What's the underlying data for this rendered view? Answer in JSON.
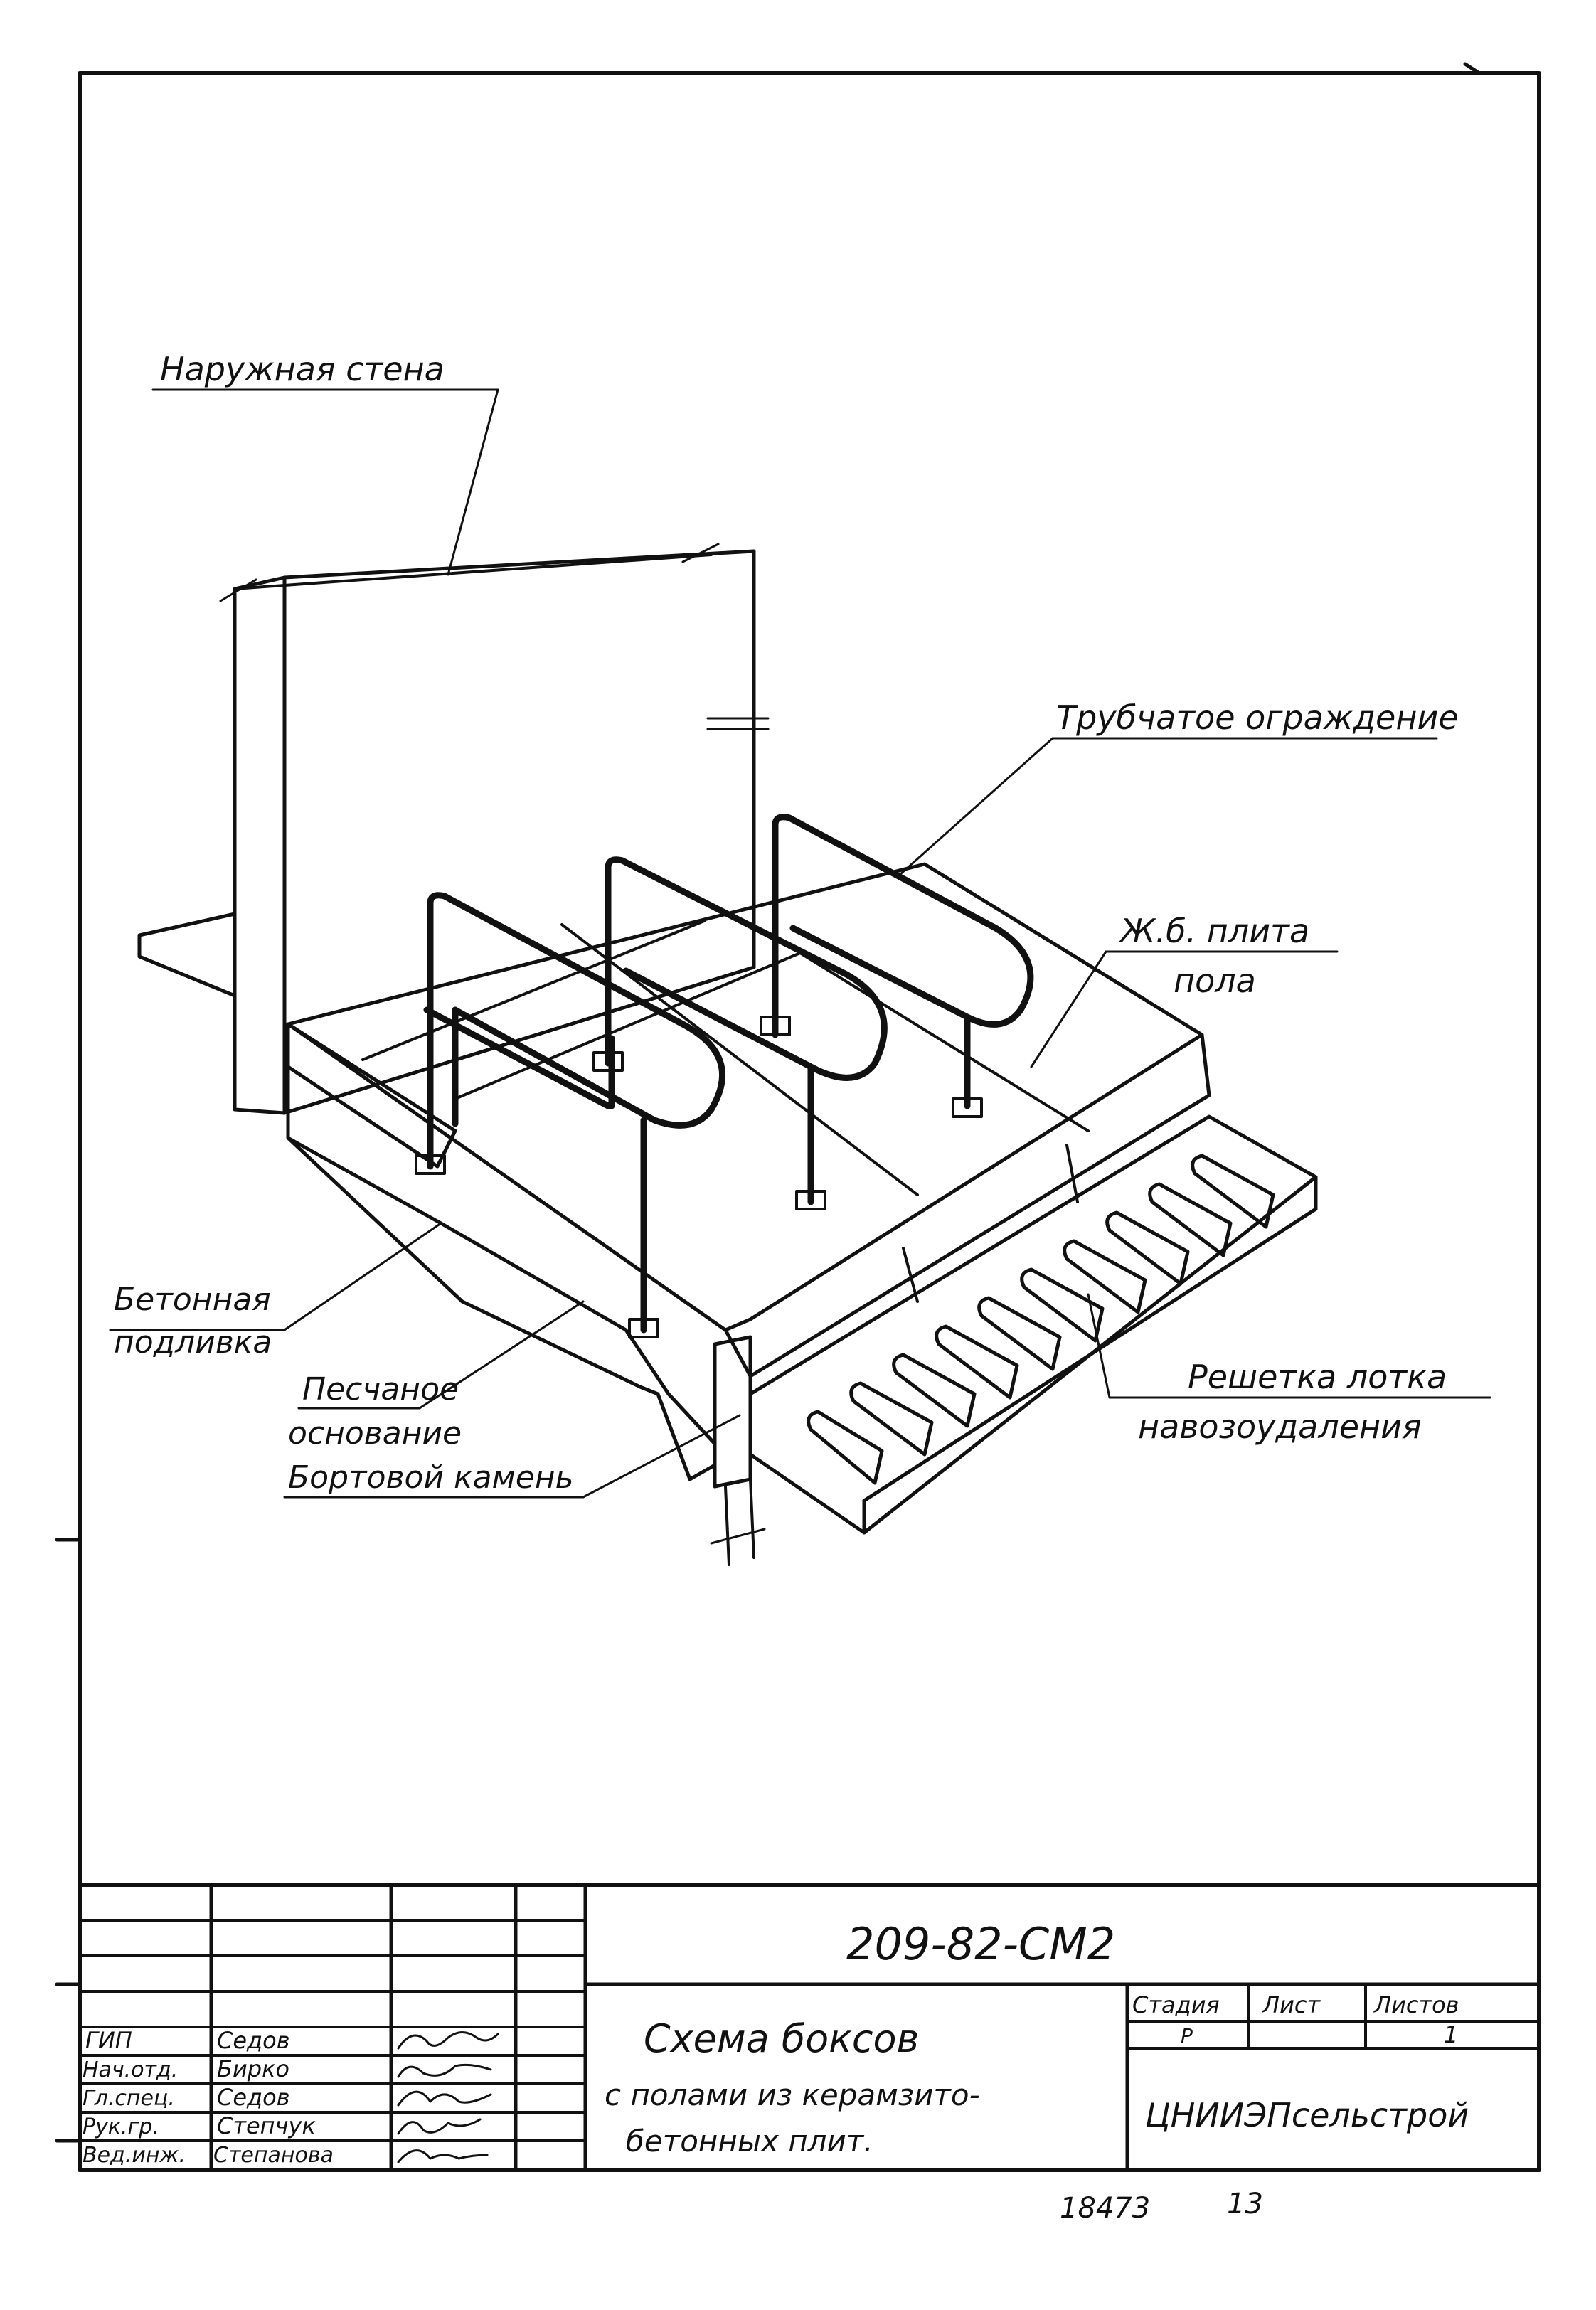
{
  "drawing": {
    "labels": {
      "outer_wall": "Наружная стена",
      "tubular_fence": "Трубчатое ограждение",
      "slab_line1": "Ж.б. плита",
      "slab_line2": "пола",
      "concrete_line1": "Бетонная",
      "concrete_line2": "подливка",
      "sand_line1": "Песчаное",
      "sand_line2": "основание",
      "curb": "Бортовой камень",
      "grate_line1": "Решетка лотка",
      "grate_line2": "навозоудаления"
    }
  },
  "title_block": {
    "doc_code": "209-82-СМ2",
    "title_line1": "Схема боксов",
    "title_line2": "с полами из керамзито-",
    "title_line3": "бетонных плит.",
    "stage_header": "Стадия",
    "sheet_header": "Лист",
    "sheets_header": "Листов",
    "stage_value": "Р",
    "sheets_value": "1",
    "organization": "ЦНИИЭПсельстрой",
    "roles": [
      {
        "role": "ГИП",
        "name": "Седов"
      },
      {
        "role": "Нач.отд.",
        "name": "Бирко"
      },
      {
        "role": "Гл.спец.",
        "name": "Седов"
      },
      {
        "role": "Рук.гр.",
        "name": "Степчук"
      },
      {
        "role": "Вед.инж.",
        "name": "Степанова"
      }
    ]
  },
  "footer": {
    "inventory_number": "18473",
    "page_number": "13"
  }
}
